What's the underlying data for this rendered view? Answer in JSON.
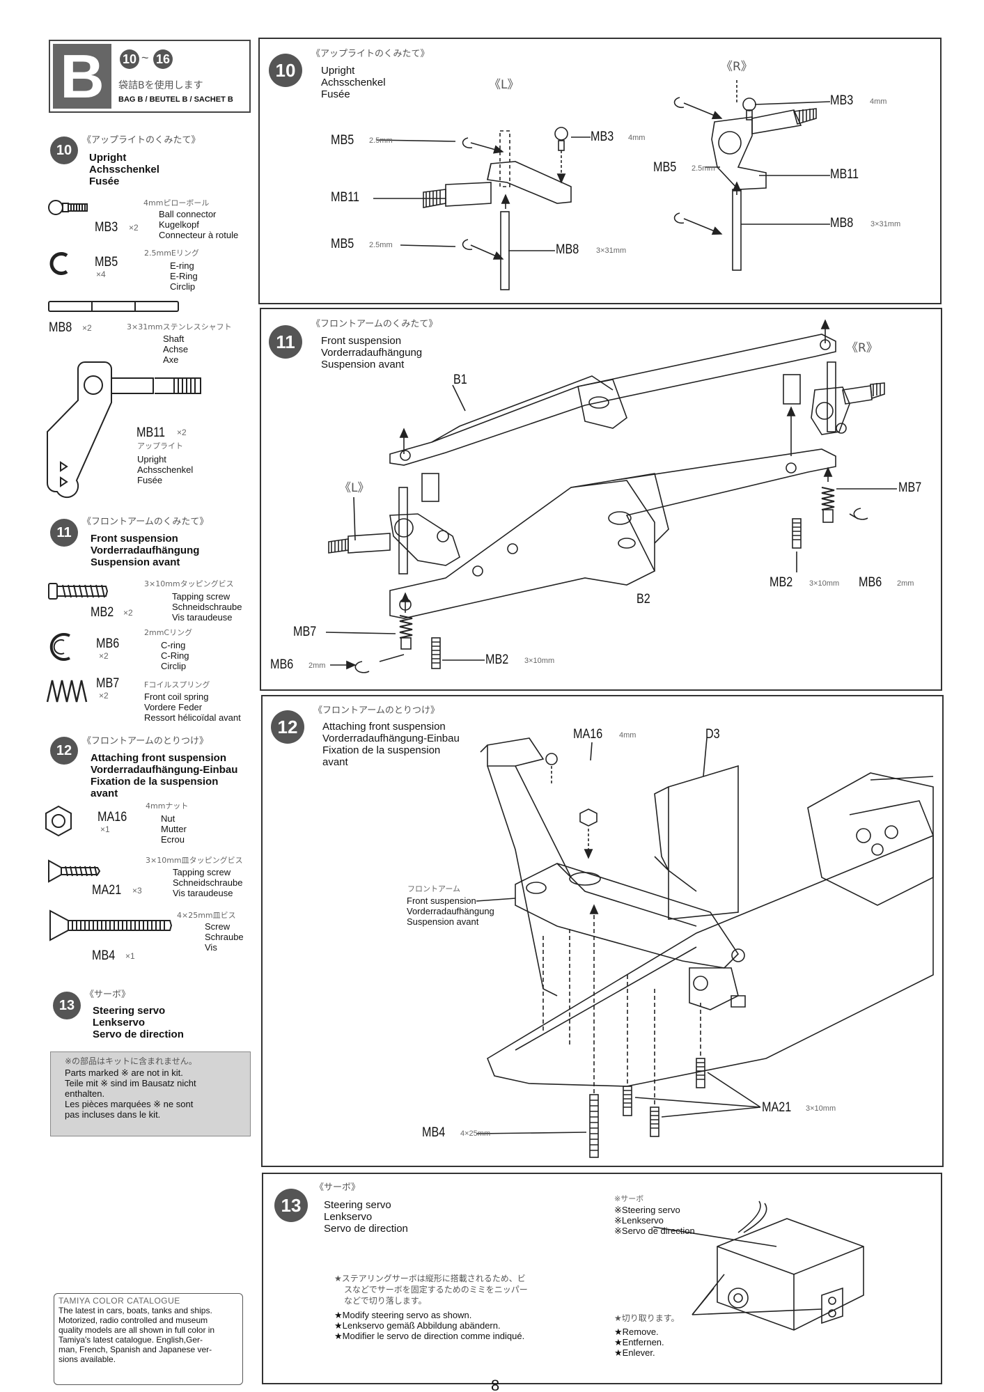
{
  "header": {
    "letter": "B",
    "steps": [
      "10",
      "16"
    ],
    "tilde": "~",
    "jp": "袋詰Bを使用します",
    "bag": "BAG B / BEUTEL B / SACHET B"
  },
  "sidebar": {
    "s10": {
      "num": "10",
      "jp": "《アップライトのくみたて》",
      "en": "Upright",
      "de": "Achsschenkel",
      "fr": "Fusée"
    },
    "mb3": {
      "code": "MB3",
      "qty": "×2",
      "jp": "4mmピローボール",
      "en": "Ball connector",
      "de": "Kugelkopf",
      "fr": "Connecteur à rotule"
    },
    "mb5": {
      "code": "MB5",
      "qty": "×4",
      "jp": "2.5mmEリング",
      "en": "E-ring",
      "de": "E-Ring",
      "fr": "Circlip"
    },
    "mb8": {
      "code": "MB8",
      "qty": "×2",
      "jp": "3×31mmステンレスシャフト",
      "en": "Shaft",
      "de": "Achse",
      "fr": "Axe"
    },
    "mb11": {
      "code": "MB11",
      "qty": "×2",
      "jp": "アップライト",
      "en": "Upright",
      "de": "Achsschenkel",
      "fr": "Fusée"
    },
    "s11": {
      "num": "11",
      "jp": "《フロントアームのくみたて》",
      "en": "Front suspension",
      "de": "Vorderradaufhängung",
      "fr": "Suspension avant"
    },
    "mb2": {
      "code": "MB2",
      "qty": "×2",
      "jp": "3×10mmタッピングビス",
      "en": "Tapping screw",
      "de": "Schneidschraube",
      "fr": "Vis taraudeuse"
    },
    "mb6": {
      "code": "MB6",
      "qty": "×2",
      "jp": "2mmCリング",
      "en": "C-ring",
      "de": "C-Ring",
      "fr": "Circlip"
    },
    "mb7": {
      "code": "MB7",
      "qty": "×2",
      "jp": "Fコイルスプリング",
      "en": "Front coil spring",
      "de": "Vordere Feder",
      "fr": "Ressort hélicoïdal avant"
    },
    "s12": {
      "num": "12",
      "jp": "《フロントアームのとりつけ》",
      "en": "Attaching front suspension",
      "de": "Vorderradaufhängung-Einbau",
      "fr": "Fixation de la suspension",
      "fr2": "avant"
    },
    "ma16": {
      "code": "MA16",
      "qty": "×1",
      "jp": "4mmナット",
      "en": "Nut",
      "de": "Mutter",
      "fr": "Ecrou"
    },
    "ma21": {
      "code": "MA21",
      "qty": "×3",
      "jp": "3×10mm皿タッピングビス",
      "en": "Tapping screw",
      "de": "Schneidschraube",
      "fr": "Vis taraudeuse"
    },
    "mb4": {
      "code": "MB4",
      "qty": "×1",
      "jp": "4×25mm皿ビス",
      "en": "Screw",
      "de": "Schraube",
      "fr": "Vis"
    },
    "s13": {
      "num": "13",
      "jp": "《サーボ》",
      "en": "Steering servo",
      "de": "Lenkservo",
      "fr": "Servo de direction"
    },
    "notice": {
      "jp": "※の部品はキットに含まれません。",
      "l1": "Parts marked ※ are not in kit.",
      "l2": "Teile mit ※ sind im Bausatz nicht",
      "l3": "enthalten.",
      "l4": "Les pièces marquées ※ ne sont",
      "l5": "pas incluses dans le kit."
    },
    "catalogue": {
      "title": "TAMIYA COLOR CATALOGUE",
      "l1": "The latest in cars, boats, tanks and ships.",
      "l2": "Motorized, radio controlled and museum",
      "l3": "quality models are all shown in full color in",
      "l4": "Tamiya's latest catalogue. English,Ger-",
      "l5": "man, French, Spanish and Japanese ver-",
      "l6": "sions available."
    }
  },
  "panel10": {
    "num": "10",
    "jp": "《アップライトのくみたて》",
    "en": "Upright",
    "de": "Achsschenkel",
    "fr": "Fusée",
    "left_tag": "《L》",
    "right_tag": "《R》",
    "labels": {
      "mb5a": "MB5",
      "mb5a_sz": "2.5mm",
      "mb11a": "MB11",
      "mb5b": "MB5",
      "mb5b_sz": "2.5mm",
      "mb3a": "MB3",
      "mb3a_sz": "4mm",
      "mb8a": "MB8",
      "mb8a_sz": "3×31mm",
      "mb3b": "MB3",
      "mb3b_sz": "4mm",
      "mb5c": "MB5",
      "mb5c_sz": "2.5mm",
      "mb11b": "MB11",
      "mb8b": "MB8",
      "mb8b_sz": "3×31mm"
    }
  },
  "panel11": {
    "num": "11",
    "jp": "《フロントアームのくみたて》",
    "en": "Front suspension",
    "de": "Vorderradaufhängung",
    "fr": "Suspension avant",
    "left_tag": "《L》",
    "right_tag": "《R》",
    "labels": {
      "b1": "B1",
      "b2": "B2",
      "mb7r": "MB7",
      "mb2r": "MB2",
      "mb2r_sz": "3×10mm",
      "mb6r": "MB6",
      "mb6r_sz": "2mm",
      "mb7l": "MB7",
      "mb6l": "MB6",
      "mb6l_sz": "2mm",
      "mb2l": "MB2",
      "mb2l_sz": "3×10mm"
    }
  },
  "panel12": {
    "num": "12",
    "jp": "《フロントアームのとりつけ》",
    "en": "Attaching front suspension",
    "de": "Vorderradaufhängung-Einbau",
    "fr": "Fixation de la suspension",
    "fr2": "avant",
    "labels": {
      "ma16": "MA16",
      "ma16_sz": "4mm",
      "d3": "D3",
      "fa_jp": "フロントアーム",
      "fa_en": "Front suspension",
      "fa_de": "Vorderradaufhängung",
      "fa_fr": "Suspension avant",
      "ma21": "MA21",
      "ma21_sz": "3×10mm",
      "mb4": "MB4",
      "mb4_sz": "4×25mm"
    }
  },
  "panel13": {
    "num": "13",
    "jp": "《サーボ》",
    "en": "Steering servo",
    "de": "Lenkservo",
    "fr": "Servo de direction",
    "servo_jp": "※サーボ",
    "servo_en": "※Steering servo",
    "servo_de": "※Lenkservo",
    "servo_fr": "※Servo de direction",
    "note_jp1": "★ステアリングサーボは縦形に搭載されるため、ビ",
    "note_jp2": "スなどでサーボを固定するためのミミをニッパー",
    "note_jp3": "などで切り落します。",
    "note_en": "★Modify steering servo as shown.",
    "note_de": "★Lenkservo gemäß Abbildung abändern.",
    "note_fr": "★Modifier le servo de direction comme indiqué.",
    "cut_jp": "★切り取ります。",
    "cut_en": "★Remove.",
    "cut_de": "★Entfernen.",
    "cut_fr": "★Enlever."
  },
  "page_number": "8"
}
